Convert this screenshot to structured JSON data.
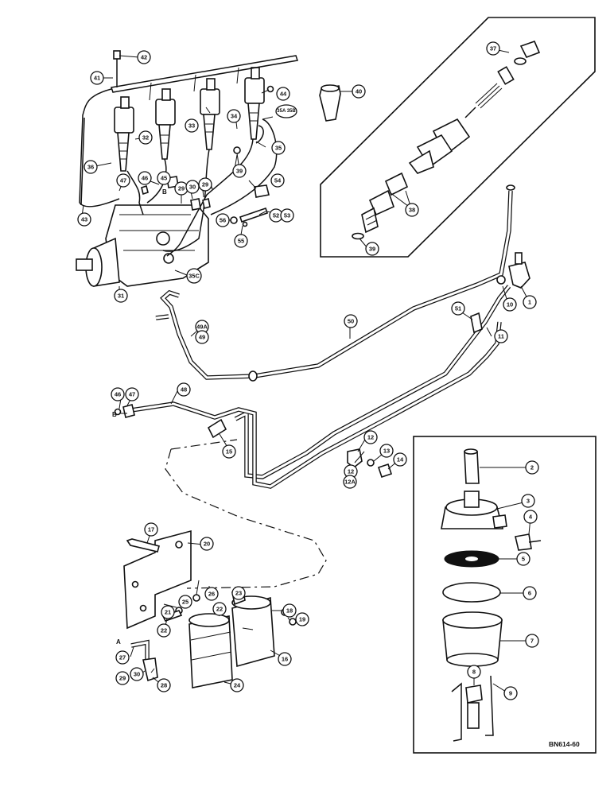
{
  "drawing_code": "BN614-60",
  "connection_letters": {
    "a": "A",
    "b": "B"
  },
  "callouts": {
    "c1": "1",
    "c2": "2",
    "c3": "3",
    "c4": "4",
    "c5": "5",
    "c6": "6",
    "c7": "7",
    "c8": "8",
    "c9": "9",
    "c10": "10",
    "c11": "11",
    "c12": "12",
    "c12b": "12",
    "c12a": "12A",
    "c13": "13",
    "c14": "14",
    "c15": "15",
    "c16": "16",
    "c17": "17",
    "c18": "18",
    "c19": "19",
    "c20": "20",
    "c21": "21",
    "c22": "22",
    "c22b": "22",
    "c23": "23",
    "c24": "24",
    "c25": "25",
    "c26": "26",
    "c27": "27",
    "c28": "28",
    "c29": "29",
    "c29b": "29",
    "c29c": "29",
    "c30": "30",
    "c30b": "30",
    "c31": "31",
    "c32": "32",
    "c33": "33",
    "c34": "34",
    "c35": "35",
    "c35ab": "35A 35B",
    "c35c": "35C",
    "c36": "36",
    "c37": "37",
    "c38": "38",
    "c39": "39",
    "c39b": "39",
    "c40": "40",
    "c41": "41",
    "c42": "42",
    "c43": "43",
    "c44": "44",
    "c45": "45",
    "c46": "46",
    "c46b": "46",
    "c47": "47",
    "c47b": "47",
    "c48": "48",
    "c49": "49",
    "c49a": "49A",
    "c50": "50",
    "c51": "51",
    "c52": "52",
    "c53": "53",
    "c54": "54",
    "c55": "55",
    "c56": "56"
  }
}
